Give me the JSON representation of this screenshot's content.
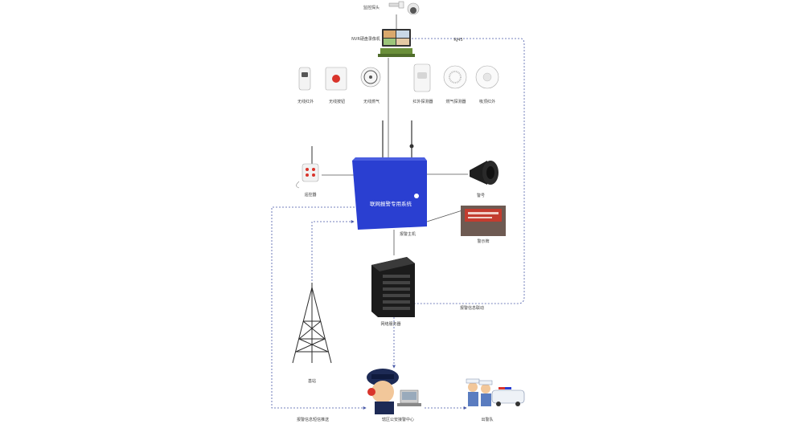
{
  "diagram": {
    "labels": {
      "camera": "监控探头",
      "nvr": "NVR硬盘录像机",
      "rj45": "RJ45",
      "wireless_ir": "无线红外",
      "wireless_button": "无线按钮",
      "wireless_gas": "无线燃气",
      "wired_ir": "红外探测器",
      "gas_detector": "燃气探测器",
      "ceiling_ir": "吸顶红外",
      "remote": "遥控器",
      "host_title": "联网报警专用系统",
      "host": "报警主机",
      "siren": "警号",
      "sign": "警示牌",
      "network_server": "网络服务器",
      "network_link": "报警信息联动",
      "tower": "基站",
      "sms_push": "报警信息短信推送",
      "police_center": "辖区公安接警中心",
      "dispatch": "出警队"
    },
    "colors": {
      "host_blue": "#2a3fd1",
      "line": "#4a5aa8",
      "tower": "#2b2b2b"
    }
  }
}
